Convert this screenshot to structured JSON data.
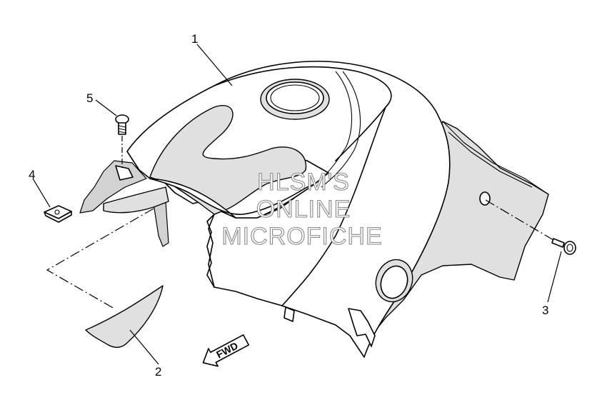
{
  "callouts": [
    {
      "id": "1",
      "label": "1"
    },
    {
      "id": "2",
      "label": "2"
    },
    {
      "id": "3",
      "label": "3"
    },
    {
      "id": "4",
      "label": "4"
    },
    {
      "id": "5",
      "label": "5"
    }
  ],
  "watermark": {
    "line1": "HLSM'S",
    "line2": "ONLINE",
    "line3": "MICROFICHE"
  },
  "direction_arrow": {
    "label": "FWD"
  },
  "colors": {
    "line": "#000000",
    "shade": "#e0e0e0",
    "background": "#ffffff"
  }
}
